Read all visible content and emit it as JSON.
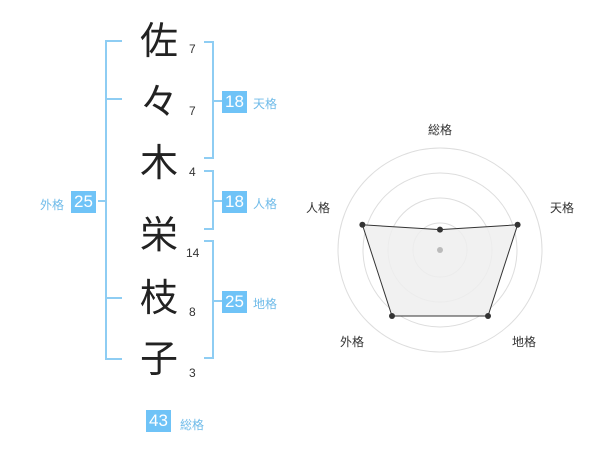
{
  "name": {
    "chars": [
      {
        "char": "佐",
        "strokes": "7"
      },
      {
        "char": "々",
        "strokes": "7"
      },
      {
        "char": "木",
        "strokes": "4"
      },
      {
        "char": "栄",
        "strokes": "14"
      },
      {
        "char": "枝",
        "strokes": "8"
      },
      {
        "char": "子",
        "strokes": "3"
      }
    ]
  },
  "kaku": {
    "ten": {
      "value": "18",
      "label": "天格"
    },
    "jin": {
      "value": "18",
      "label": "人格"
    },
    "chi": {
      "value": "25",
      "label": "地格"
    },
    "gai": {
      "value": "25",
      "label": "外格"
    },
    "sou": {
      "value": "43",
      "label": "総格"
    }
  },
  "radar": {
    "labels": [
      "総格",
      "天格",
      "地格",
      "外格",
      "人格"
    ],
    "values": [
      0.2,
      0.8,
      0.8,
      0.8,
      0.8
    ],
    "colors": {
      "fill": "#efefef",
      "stroke": "#333333",
      "grid": "#dddddd",
      "center": "#bbbbbb"
    }
  }
}
